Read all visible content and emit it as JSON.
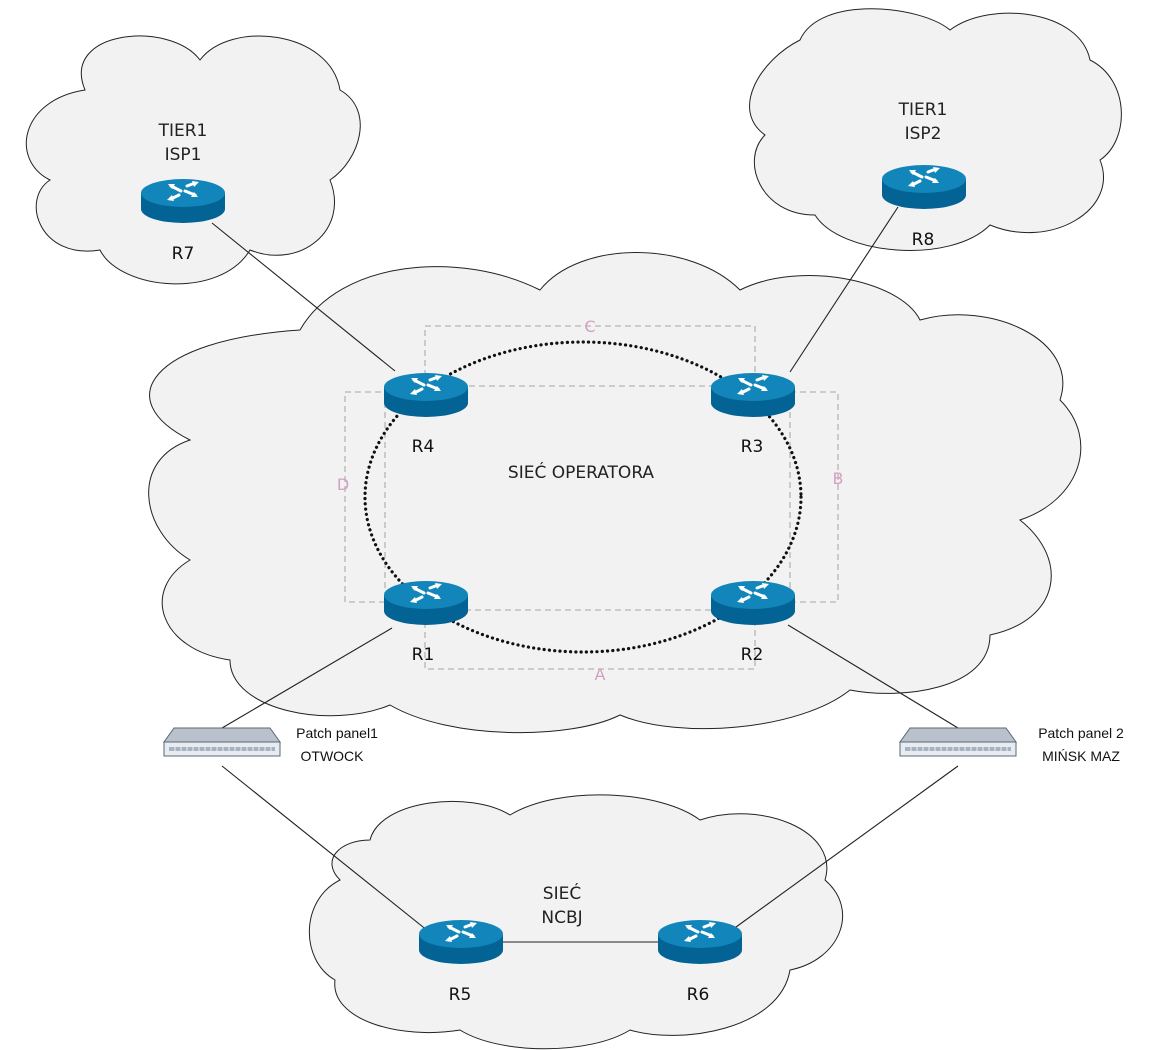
{
  "clouds": {
    "isp1": {
      "line1": "TIER1",
      "line2": "ISP1"
    },
    "isp2": {
      "line1": "TIER1",
      "line2": "ISP2"
    },
    "operator": {
      "title": "SIEĆ OPERATORA"
    },
    "ncbj": {
      "line1": "SIEĆ",
      "line2": "NCBJ"
    }
  },
  "routers": {
    "r1": "R1",
    "r2": "R2",
    "r3": "R3",
    "r4": "R4",
    "r5": "R5",
    "r6": "R6",
    "r7": "R7",
    "r8": "R8"
  },
  "patch_panels": {
    "pp1": {
      "line1": "Patch panel1",
      "line2": "OTWOCK"
    },
    "pp2": {
      "line1": "Patch panel 2",
      "line2": "MIŃSK MAZ"
    }
  },
  "ring_segments": {
    "a": "A",
    "b": "B",
    "c": "C",
    "d": "D"
  },
  "colors": {
    "cloud_fill": "#f2f2f2",
    "router_top": "#0f7fb0",
    "router_body": "#036394",
    "segment_label": "#d4a0c4",
    "dash_box": "#b5b5b5"
  }
}
